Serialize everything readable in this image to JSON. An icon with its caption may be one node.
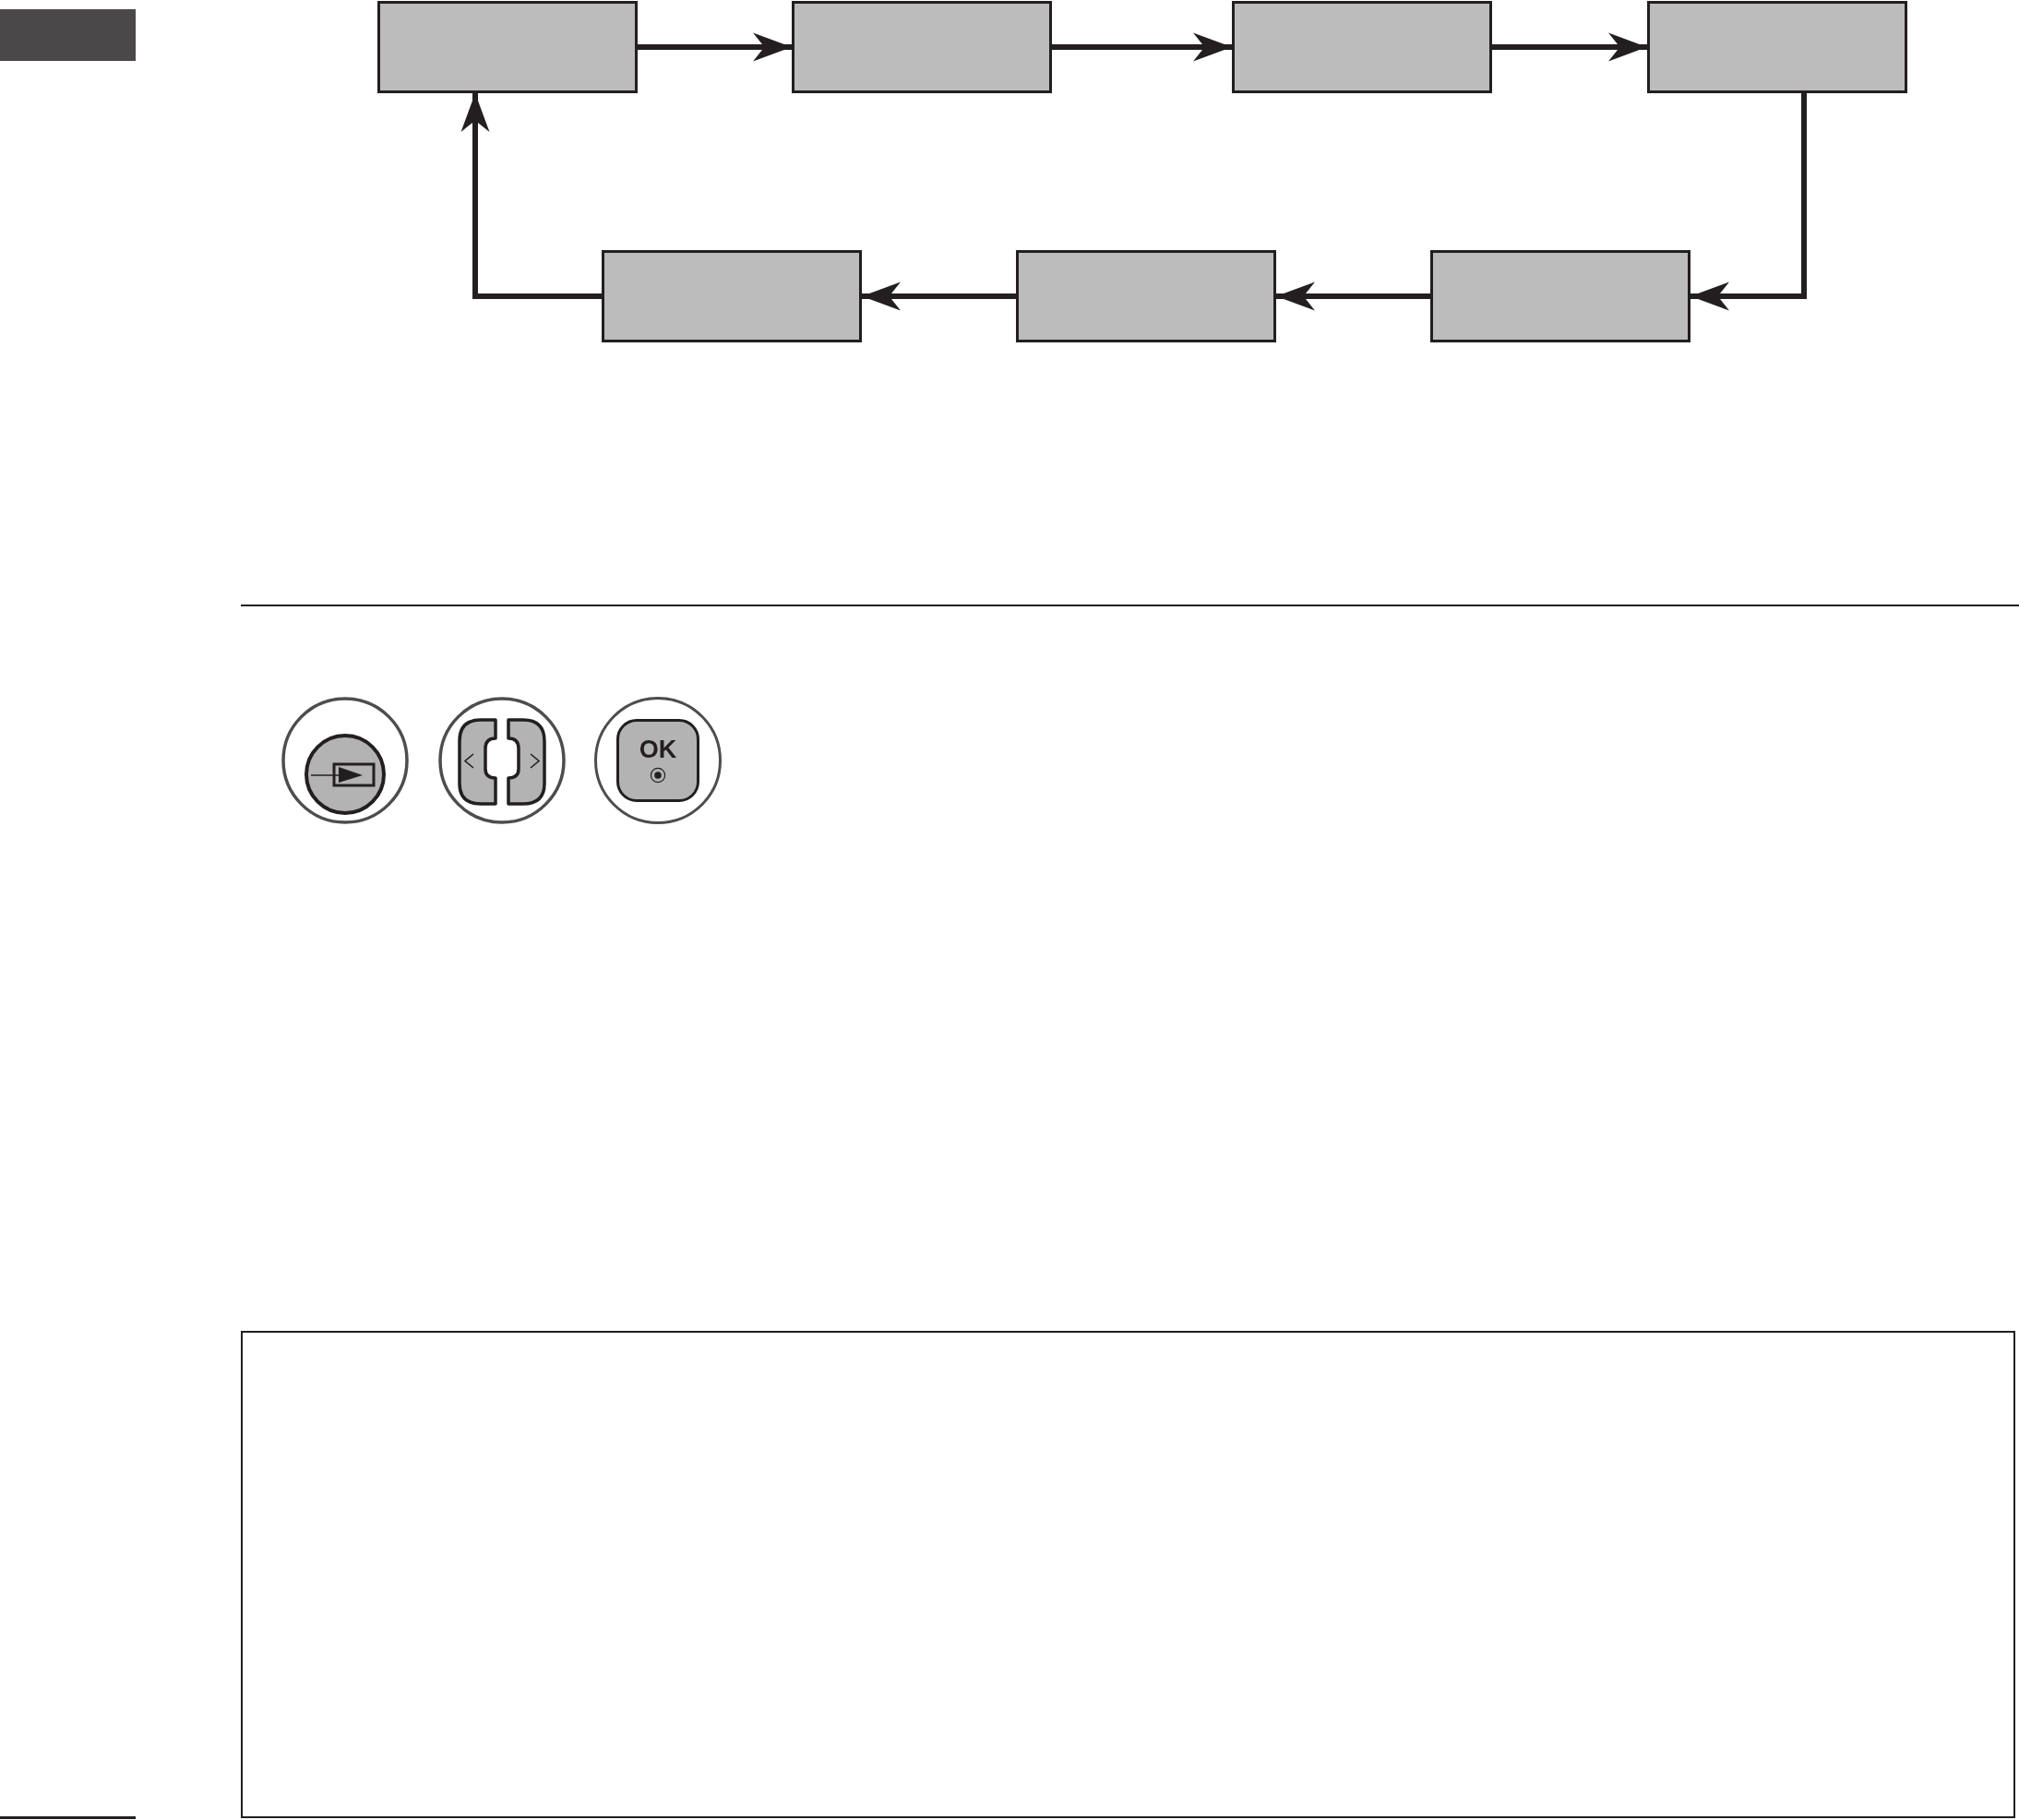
{
  "diagram": {
    "nodes": [
      {
        "text": [],
        "shape": "bar"
      },
      {
        "text": [],
        "shape": "box"
      },
      {
        "text": [],
        "shape": "box"
      },
      {
        "text": [],
        "shape": "box"
      },
      {
        "text": [],
        "shape": "box"
      },
      {
        "text": [],
        "shape": "box"
      },
      {
        "text": [],
        "shape": "box"
      },
      {
        "text": [],
        "shape": "box"
      }
    ],
    "edges": [
      {
        "from": 1,
        "to": 2,
        "arrow": "to"
      },
      {
        "from": 2,
        "to": 3,
        "arrow": "to"
      },
      {
        "from": 3,
        "to": 4,
        "arrow": "to"
      },
      {
        "from": 4,
        "to": 7,
        "arrow": "to"
      },
      {
        "from": 7,
        "to": 6,
        "arrow": "to"
      },
      {
        "from": 6,
        "to": 5,
        "arrow": "to"
      },
      {
        "from": 5,
        "to": 1,
        "arrow": "to"
      }
    ],
    "labels": [
      "OK"
    ]
  }
}
